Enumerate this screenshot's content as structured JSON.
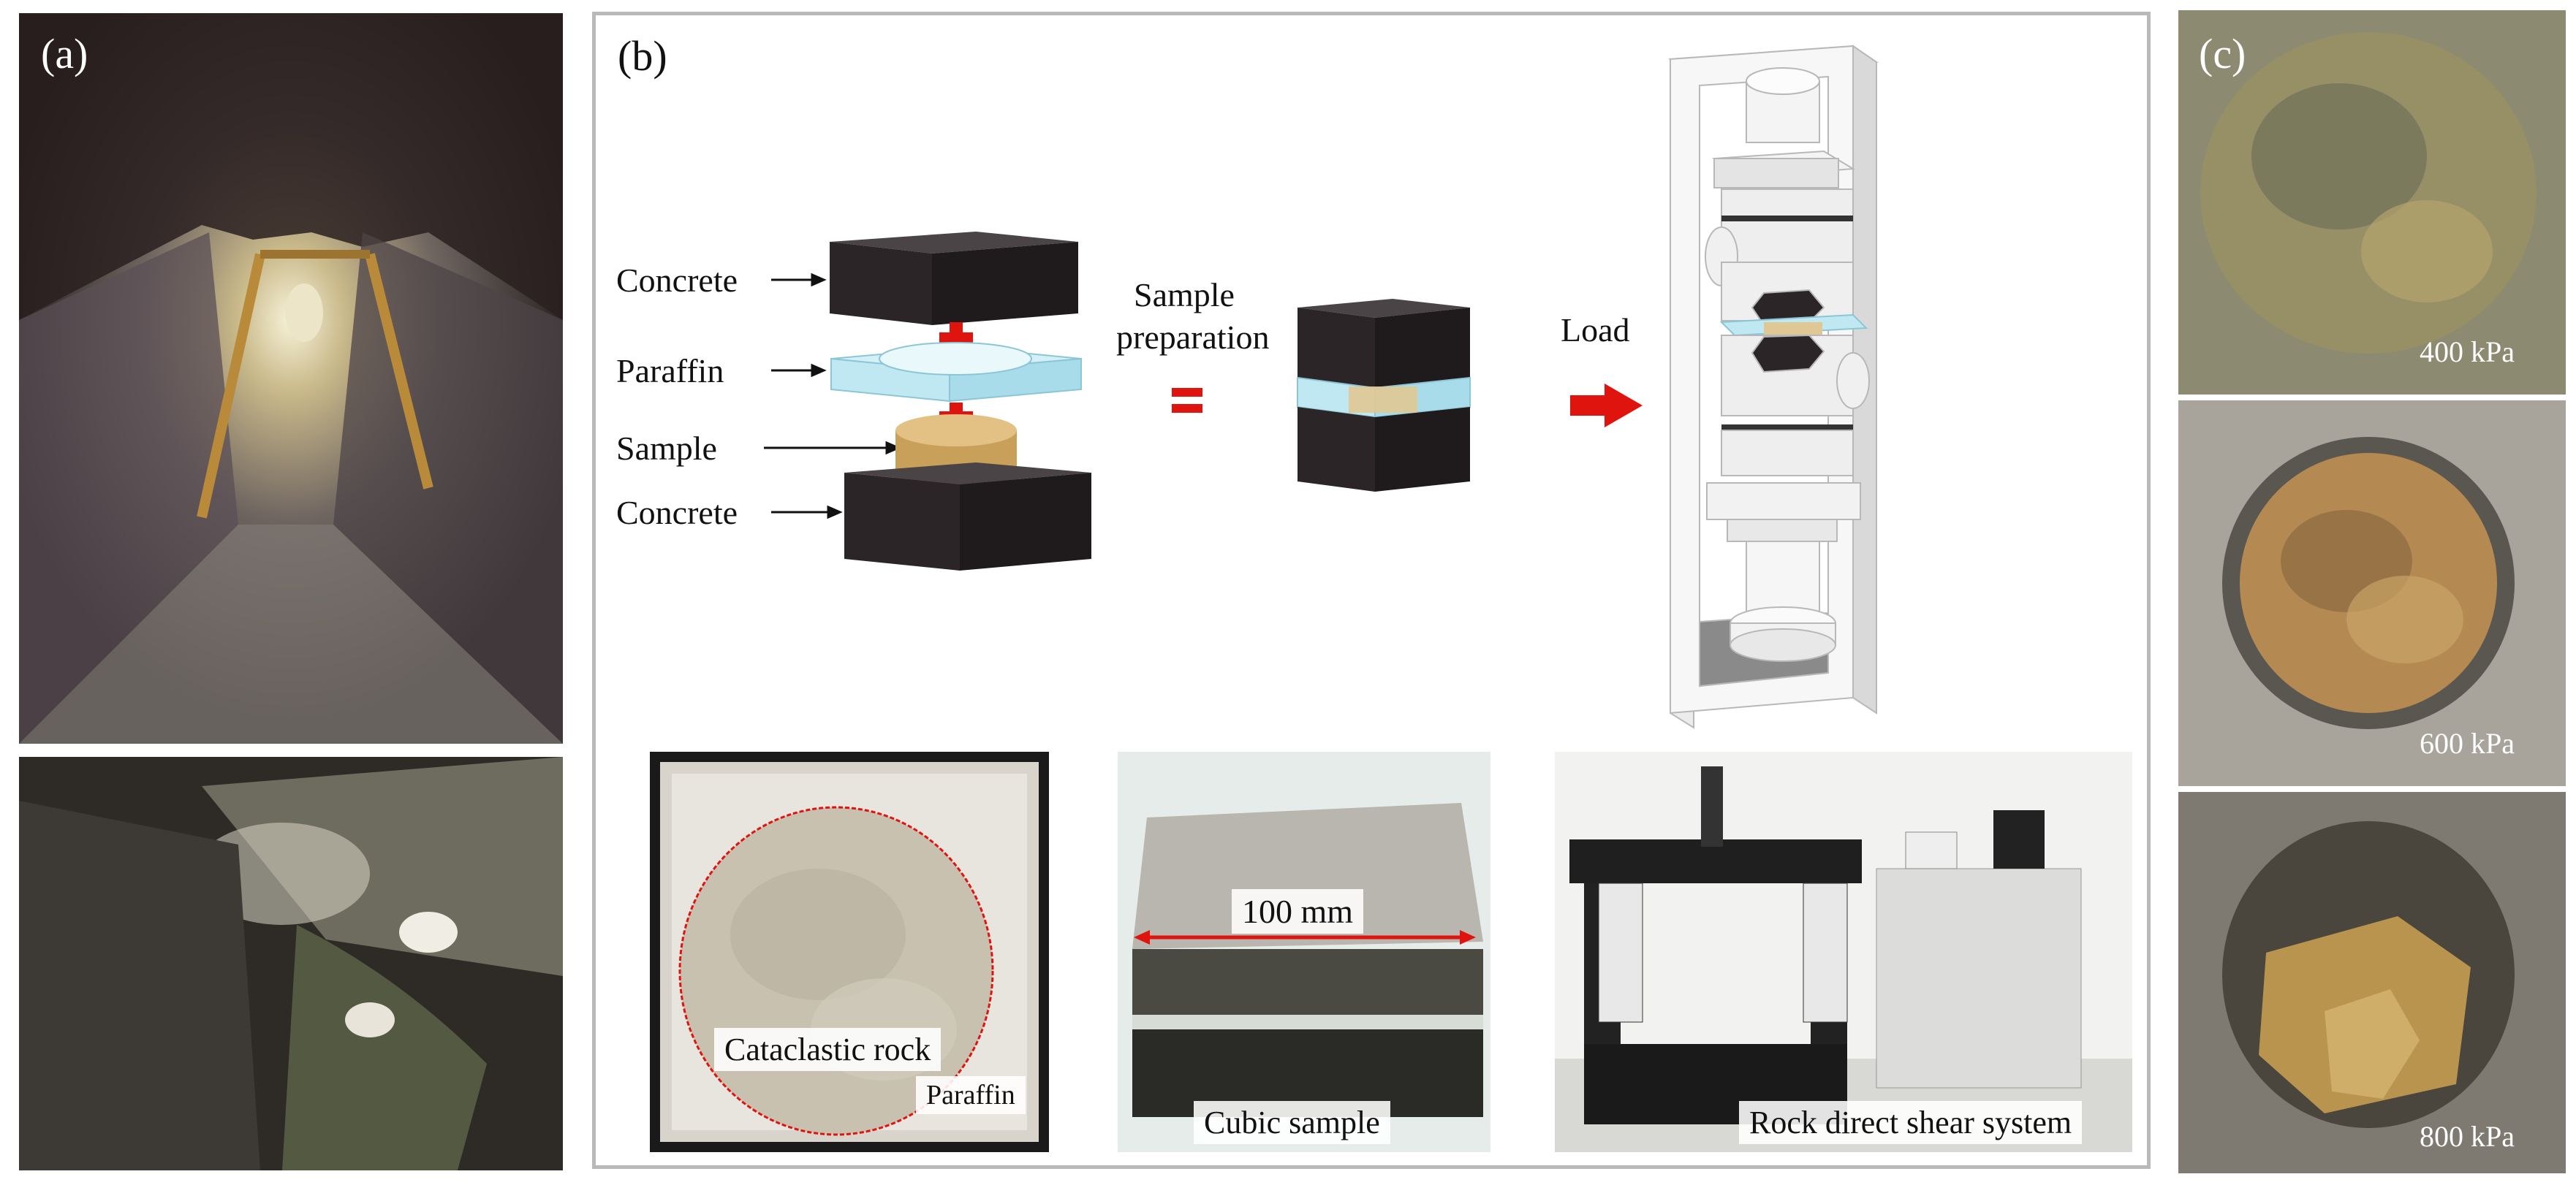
{
  "panel_a": {
    "label": "(a)"
  },
  "panel_b": {
    "label": "(b)",
    "layers": {
      "concrete_top": "Concrete",
      "paraffin": "Paraffin",
      "sample": "Sample",
      "concrete_bottom": "Concrete"
    },
    "step_label_line1": "Sample",
    "step_label_line2": "preparation",
    "load_label": "Load",
    "photos": {
      "cataclastic_label": "Cataclastic rock",
      "paraffin_label": "Paraffin",
      "dimension_label": "100 mm",
      "cubic_label": "Cubic sample",
      "system_label": "Rock direct shear system"
    }
  },
  "panel_c": {
    "label": "(c)",
    "pressures": [
      "400 kPa",
      "600 kPa",
      "800 kPa"
    ]
  },
  "colors": {
    "concrete": "#2b2527",
    "paraffin": "#bfe8f2",
    "sample": "#d9b36a",
    "arrow": "#e0140f",
    "frame_border": "#b9b9b9"
  }
}
